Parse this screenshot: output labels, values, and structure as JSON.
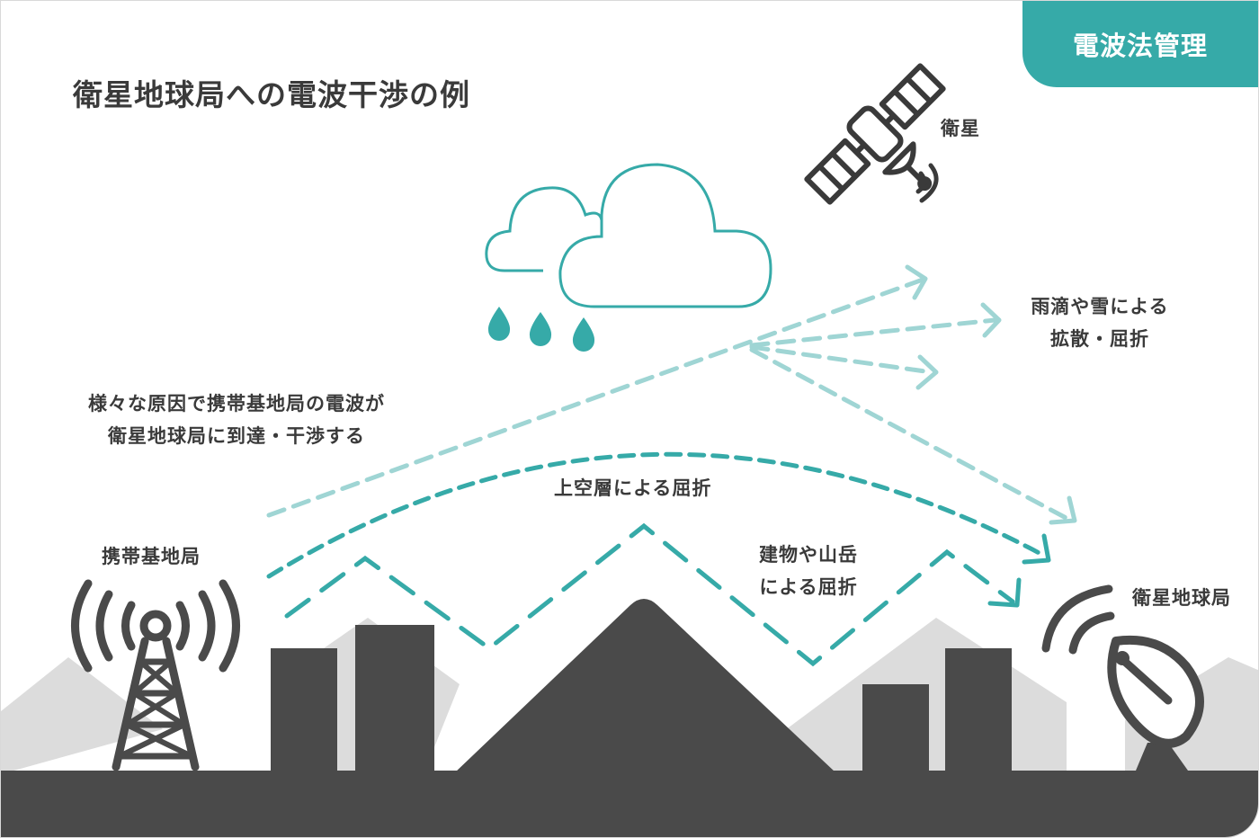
{
  "badge": "電波法管理",
  "title": "衛星地球局への電波干渉の例",
  "labels": {
    "satellite": "衛星",
    "rain_line1": "雨滴や雪による",
    "rain_line2": "拡散・屈折",
    "cause_line1": "様々な原因で携帯基地局の電波が",
    "cause_line2": "衛星地球局に到達・干渉する",
    "upper": "上空層による屈折",
    "building_line1": "建物や山岳",
    "building_line2": "による屈折",
    "base_station": "携帯基地局",
    "earth_station": "衛星地球局"
  },
  "colors": {
    "accent": "#36aaa8",
    "accent_light": "#9fd5d4",
    "dark": "#4a4a4a",
    "mountain_gray": "#dcdcdc"
  }
}
